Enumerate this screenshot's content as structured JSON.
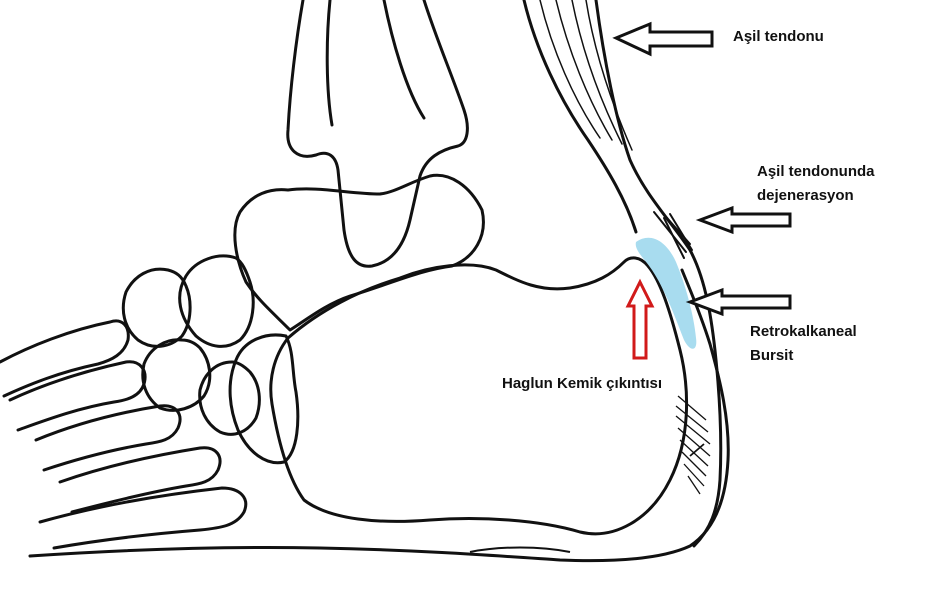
{
  "labels": {
    "achilles_tendon": "Aşil tendonu",
    "tendon_degeneration_line1": "Aşil tendonunda",
    "tendon_degeneration_line2": "dejenerasyon",
    "bursitis_line1": "Retrokalkaneal",
    "bursitis_line2": "Bursit",
    "haglund": "Haglun Kemik çıkıntısı"
  },
  "colors": {
    "outline": "#111111",
    "bursa_fill": "#a8dcef",
    "red_arrow": "#d11a1a",
    "arrow_fill": "#ffffff",
    "background": "#ffffff"
  },
  "icons": {
    "pointer_arrows": "hollow-left-arrow",
    "haglund_marker": "hollow-up-arrow"
  }
}
